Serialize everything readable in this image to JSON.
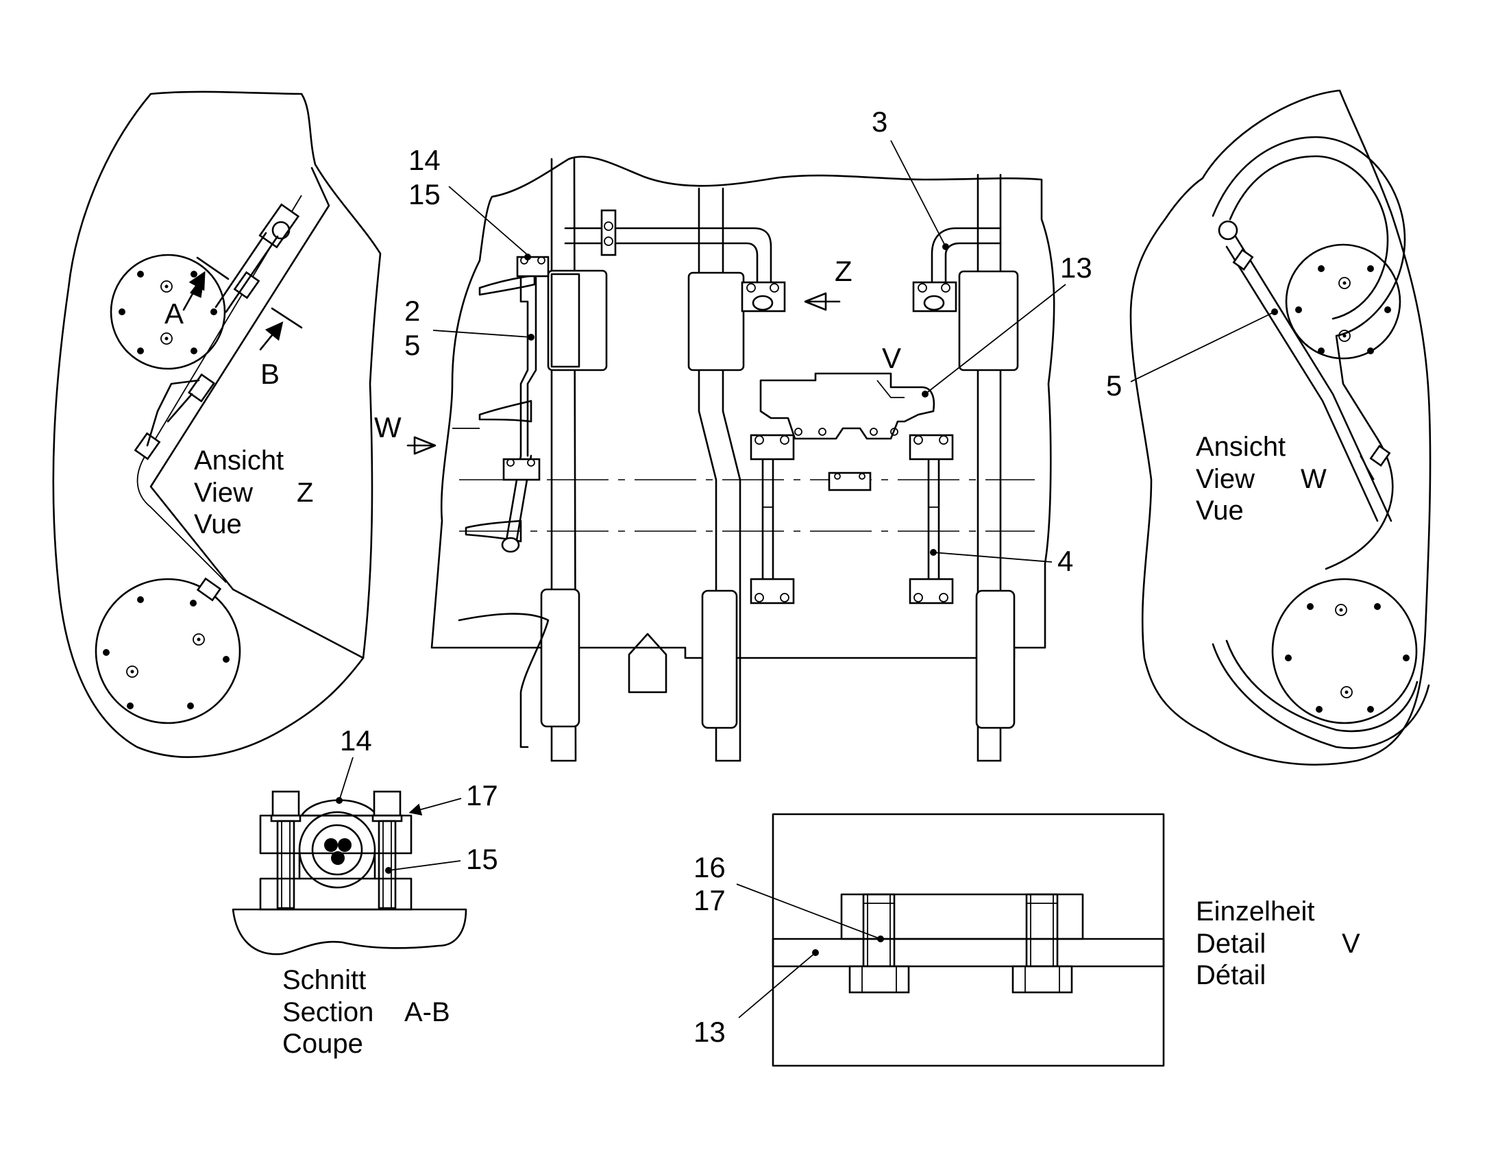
{
  "callouts": {
    "c14_15_top": {
      "a": "14",
      "b": "15"
    },
    "c2_5": {
      "a": "2",
      "b": "5"
    },
    "c3": "3",
    "c13_top": "13",
    "c4": "4",
    "c5_right": "5",
    "c14_section": "14",
    "c17_section": "17",
    "c15_section": "15",
    "c16_17_detail": {
      "a": "16",
      "b": "17"
    },
    "c13_detail": "13"
  },
  "markers": {
    "A": "A",
    "B": "B",
    "Z_center": "Z",
    "W_center": "W",
    "V_center": "V"
  },
  "captions": {
    "view_z": {
      "l1": "Ansicht",
      "l2": "View",
      "l3": "Vue",
      "letter": "Z"
    },
    "view_w": {
      "l1": "Ansicht",
      "l2": "View",
      "l3": "Vue",
      "letter": "W"
    },
    "section_ab": {
      "l1": "Schnitt",
      "l2": "Section",
      "l3": "Coupe",
      "letter": "A-B"
    },
    "detail_v": {
      "l1": "Einzelheit",
      "l2": "Detail",
      "l3": "Détail",
      "letter": "V"
    }
  }
}
